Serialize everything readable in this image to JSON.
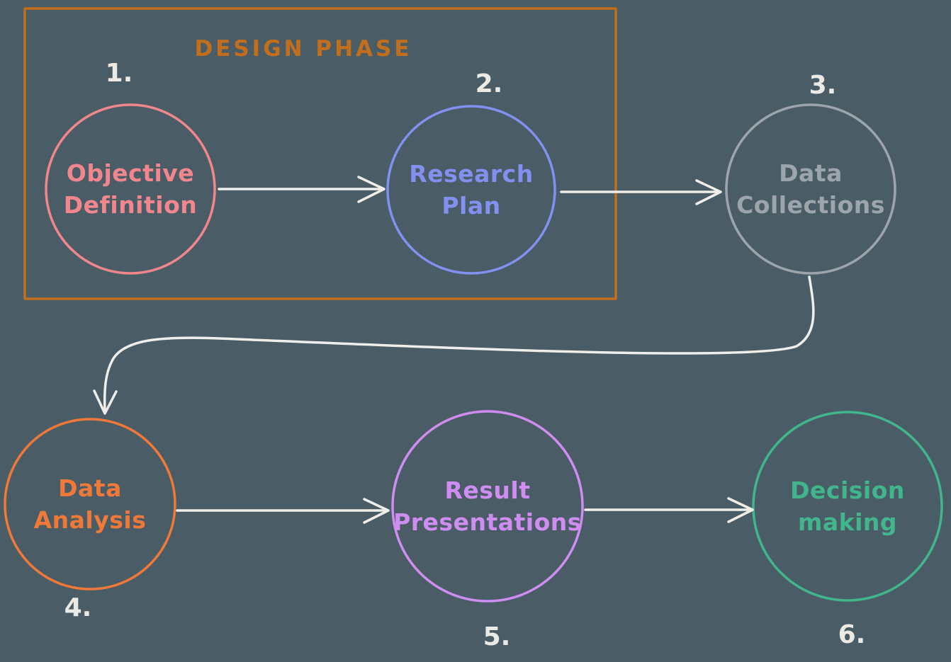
{
  "colors": {
    "background": "#4a5d66",
    "arrow": "#f0eeea",
    "number": "#eceae4"
  },
  "design_phase": {
    "label": "DESIGN PHASE",
    "color": "#c26e1c"
  },
  "nodes": [
    {
      "number": "1.",
      "line1": "Objective",
      "line2": "Definition",
      "color": "#f2868d"
    },
    {
      "number": "2.",
      "line1": "Research",
      "line2": "Plan",
      "color": "#8291f0"
    },
    {
      "number": "3.",
      "line1": "Data",
      "line2": "Collections",
      "color": "#9da5ac"
    },
    {
      "number": "4.",
      "line1": "Data",
      "line2": "Analysis",
      "color": "#f0793a"
    },
    {
      "number": "5.",
      "line1": "Result",
      "line2": "Presentations",
      "color": "#cf8df2"
    },
    {
      "number": "6.",
      "line1": "Decision",
      "line2": "making",
      "color": "#41b68c"
    }
  ],
  "edges": [
    {
      "from": "Objective Definition",
      "to": "Research Plan"
    },
    {
      "from": "Research Plan",
      "to": "Data Collections"
    },
    {
      "from": "Data Collections",
      "to": "Data Analysis"
    },
    {
      "from": "Data Analysis",
      "to": "Result Presentations"
    },
    {
      "from": "Result Presentations",
      "to": "Decision making"
    }
  ]
}
